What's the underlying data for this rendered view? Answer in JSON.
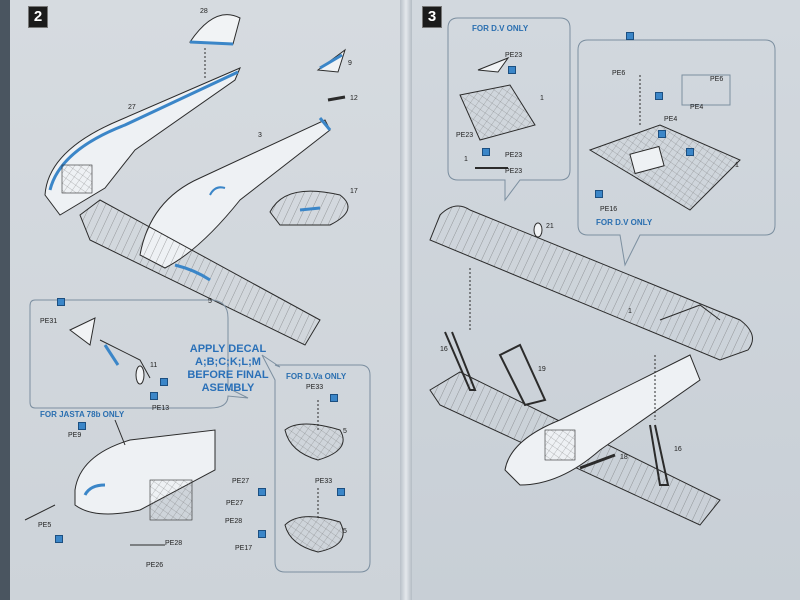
{
  "steps": {
    "left": "2",
    "right": "3"
  },
  "left": {
    "part_labels": {
      "p28": "28",
      "p9": "9",
      "p12": "12",
      "p27": "27",
      "p3": "3",
      "p17": "17",
      "p5": "5",
      "p11": "11",
      "p5b": "5",
      "p5c": "5"
    },
    "pe_labels": {
      "pe31": "PE31",
      "pe13": "PE13",
      "pe9": "PE9",
      "pe5": "PE5",
      "pe27a": "PE27",
      "pe27b": "PE27",
      "pe28a": "PE28",
      "pe28b": "PE28",
      "pe17": "PE17",
      "pe26": "PE26",
      "pe33a": "PE33",
      "pe33b": "PE33"
    },
    "decal_note": [
      "APPLY DECAL",
      "A;B;C;K;L;M",
      "BEFORE FINAL",
      "ASEMBLY"
    ],
    "for_jasta": "FOR JASTA 78b ONLY",
    "for_dva": "FOR D.Va ONLY"
  },
  "right": {
    "for_dv_top": "FOR D.V ONLY",
    "for_dv_bottom": "FOR D.V ONLY",
    "part_labels": {
      "p1a": "1",
      "p1b": "1",
      "p1c": "1",
      "p1d": "1",
      "p21": "21",
      "p16a": "16",
      "p16b": "16",
      "p19": "19",
      "p18": "18"
    },
    "pe_labels": {
      "pe23a": "PE23",
      "pe23b": "PE23",
      "pe23c": "PE23",
      "pe23d": "PE23",
      "pe6a": "PE6",
      "pe6b": "PE6",
      "pe4a": "PE4",
      "pe4b": "PE4",
      "pe16": "PE16"
    }
  },
  "colors": {
    "accent_blue": "#3b86c8",
    "ink": "#2b2b2b",
    "paper": "#d3d9df"
  }
}
